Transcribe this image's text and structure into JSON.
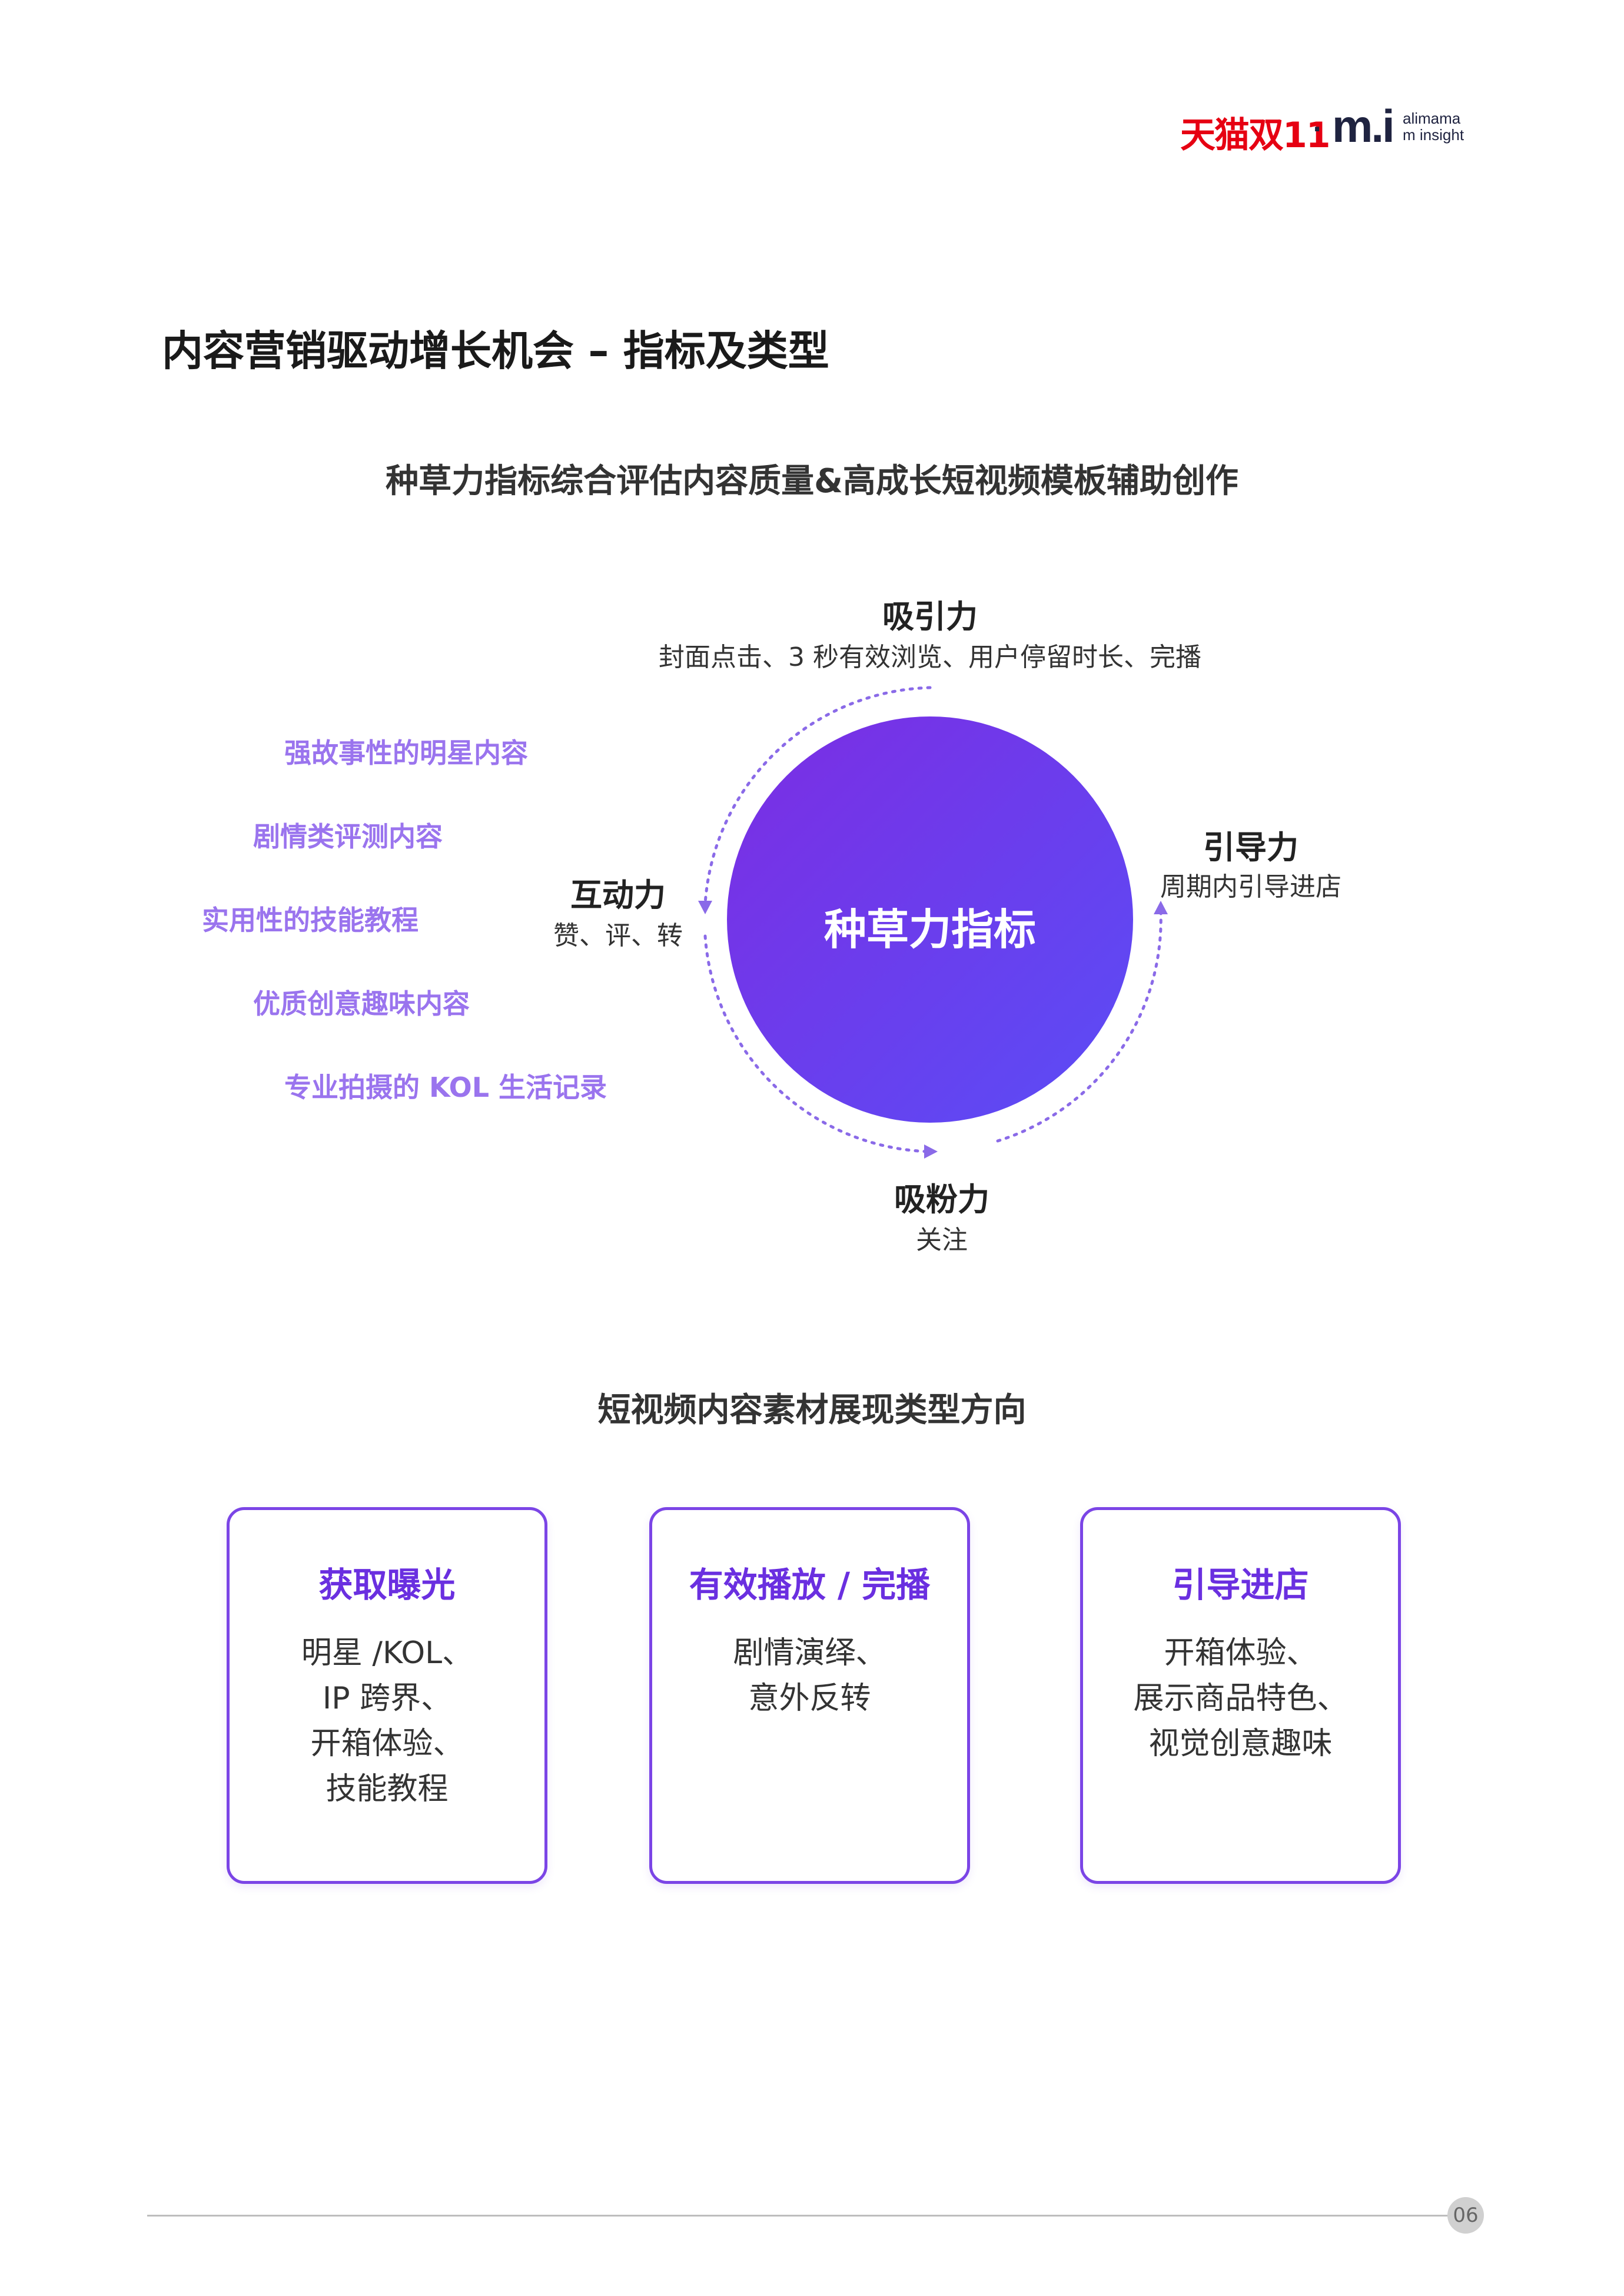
{
  "header": {
    "logo_tmall": "天猫双11",
    "logo_separator": "·",
    "logo_mi": "m.i",
    "logo_alimama": "alimama",
    "logo_insight": "m insight"
  },
  "page_title": "内容营销驱动增长机会 – 指标及类型",
  "section1_title": "种草力指标综合评估内容质量&高成长短视频模板辅助创作",
  "diagram": {
    "center_label": "种草力指标",
    "attract": {
      "title": "吸引力",
      "desc": "封面点击、3 秒有效浏览、用户停留时长、完播"
    },
    "guide": {
      "title": "引导力",
      "desc": "周期内引导进店"
    },
    "interact": {
      "title": "互动力",
      "desc": "赞、评、转"
    },
    "follow": {
      "title": "吸粉力",
      "desc": "关注"
    },
    "content_types": [
      "强故事性的明星内容",
      "剧情类评测内容",
      "实用性的技能教程",
      "优质创意趣味内容",
      "专业拍摄的 KOL 生活记录"
    ],
    "colors": {
      "circle_start": "#7a2fe6",
      "circle_end": "#5b4cf5",
      "arc": "#8a6ae8",
      "content_type": "#9a74ee"
    }
  },
  "section2_title": "短视频内容素材展现类型方向",
  "cards": [
    {
      "title": "获取曝光",
      "lines": [
        "明星 /KOL、",
        "IP 跨界、",
        "开箱体验、",
        "技能教程"
      ]
    },
    {
      "title": "有效播放 / 完播",
      "lines": [
        "剧情演绎、",
        "意外反转"
      ]
    },
    {
      "title": "引导进店",
      "lines": [
        "开箱体验、",
        "展示商品特色、",
        "视觉创意趣味"
      ]
    }
  ],
  "footer": {
    "page_number": "06"
  }
}
